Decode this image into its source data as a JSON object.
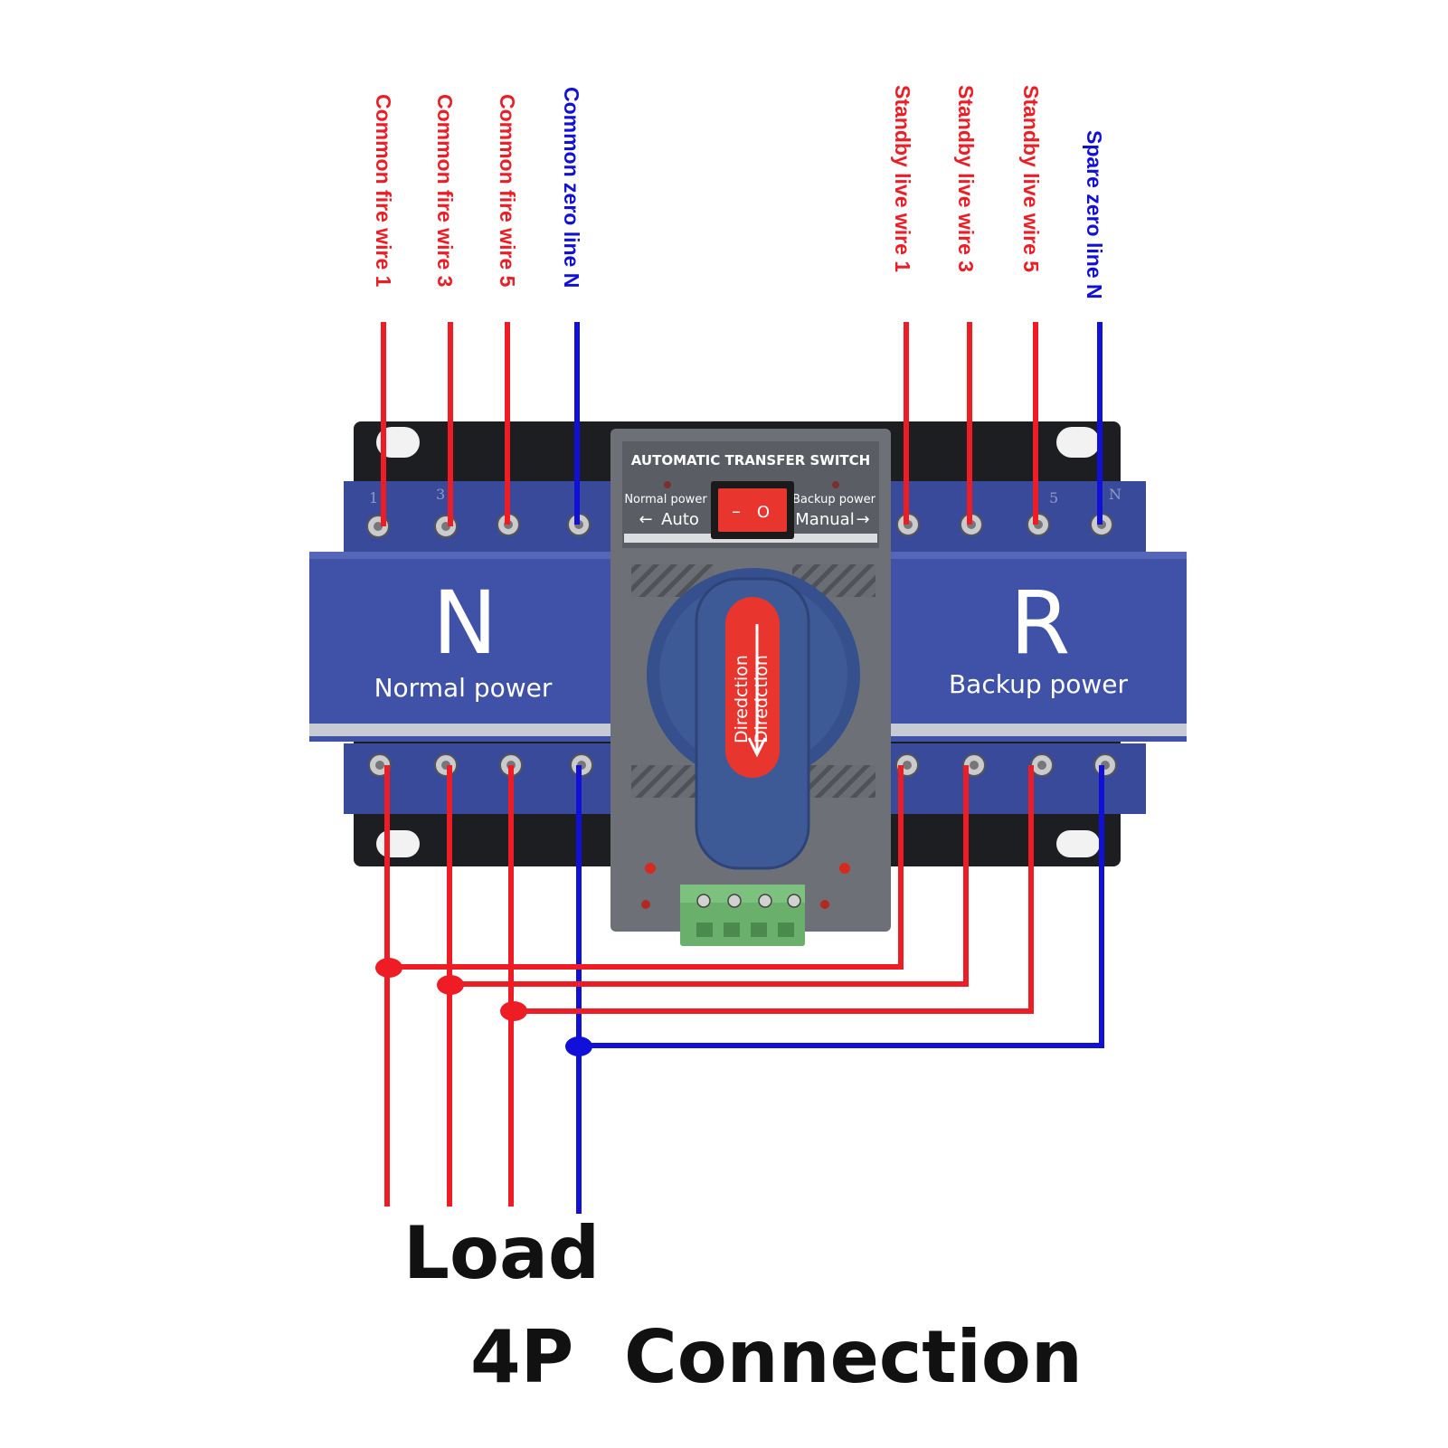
{
  "colors": {
    "live": "#ee1c24",
    "neutral": "#1010d8",
    "panel": "#3f52a8",
    "housing": "#6d7177",
    "handle": "#3d5a96",
    "indicator": "#e8352d",
    "terminal": "#6ab06c"
  },
  "wire_labels": {
    "common_fire_1": "Common fire wire 1",
    "common_fire_3": "Common fire wire 3",
    "common_fire_5": "Common fire wire 5",
    "common_zero": "Common zero line N",
    "standby_live_1": "Standby live wire 1",
    "standby_live_3": "Standby live wire 3",
    "standby_live_5": "Standby live wire 5",
    "spare_zero": "Spare zero line N"
  },
  "device": {
    "top_label": "AUTOMATIC TRANSFER SWITCH",
    "normal_power_small": "Normal power",
    "auto_label": "Auto",
    "backup_power_small": "Backup power",
    "manual_label": "Manual",
    "rocker_off": "–",
    "rocker_on": "O",
    "n_letter": "N",
    "normal_power": "Normal power",
    "r_letter": "R",
    "backup_power": "Backup power",
    "handle_text_1": "Diredction",
    "handle_text_2": "Diredction",
    "pole_1": "1",
    "pole_3": "3",
    "pole_5": "5",
    "pole_n": "N"
  },
  "footer": {
    "load": "Load",
    "connection": "4P  Connection"
  }
}
